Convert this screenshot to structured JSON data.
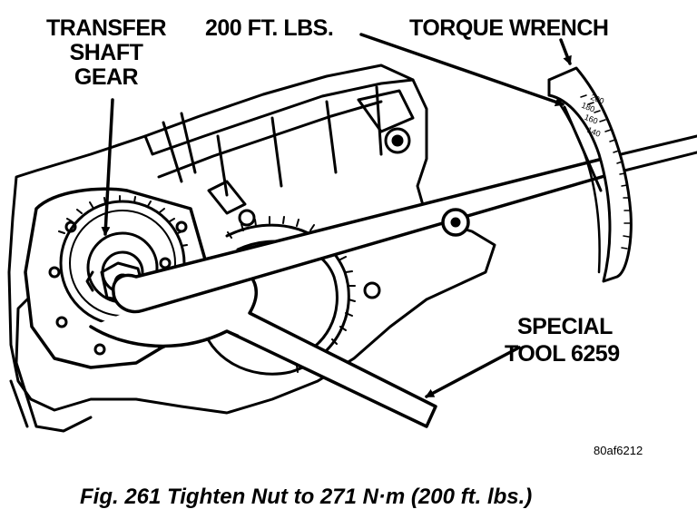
{
  "labels": {
    "transfer_line1": "TRANSFER",
    "transfer_line2": "SHAFT",
    "transfer_line3": "GEAR",
    "torque_value": "200 FT. LBS.",
    "torque_wrench": "TORQUE WRENCH",
    "special_line1": "SPECIAL",
    "special_line2": "TOOL 6259"
  },
  "scale": {
    "marks": [
      "200",
      "180",
      "160",
      "140"
    ]
  },
  "figure_code": "80af6212",
  "caption": "Fig. 261 Tighten Nut to 271 N·m (200 ft. lbs.)"
}
